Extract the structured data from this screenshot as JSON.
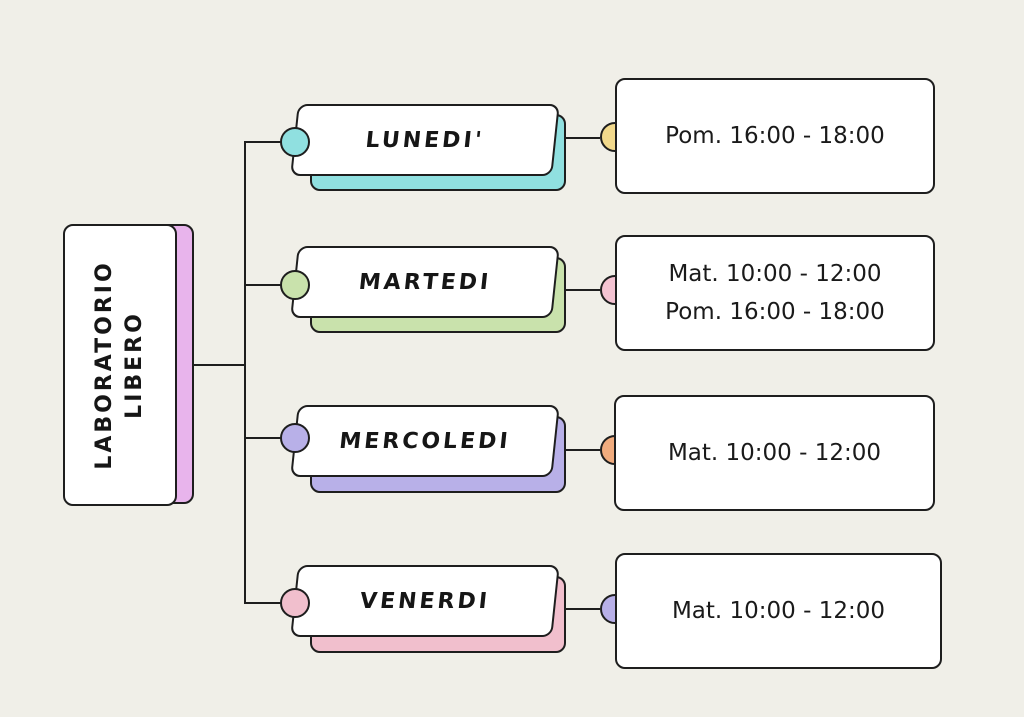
{
  "root": {
    "line1": "LABORATORIO",
    "line2": "LIBERO",
    "accent": "#e8b4ec"
  },
  "days": [
    {
      "label": "LUNEDI'",
      "accent": "#90e0e0",
      "dot_left": "#90e0e0",
      "dot_right": "#f2d98c",
      "times": [
        "Pom. 16:00 - 18:00"
      ]
    },
    {
      "label": "MARTEDI",
      "accent": "#c9e2ac",
      "dot_left": "#c9e2ac",
      "dot_right": "#f4c3d2",
      "times": [
        "Mat. 10:00 - 12:00",
        "Pom. 16:00 - 18:00"
      ]
    },
    {
      "label": "MERCOLEDI",
      "accent": "#b8b0e8",
      "dot_left": "#b8b0e8",
      "dot_right": "#f1ac7e",
      "times": [
        "Mat. 10:00 - 12:00"
      ]
    },
    {
      "label": "VENERDI",
      "accent": "#f1bfcd",
      "dot_left": "#f1bfcd",
      "dot_right": "#b8b0e8",
      "times": [
        "Mat. 10:00 - 12:00"
      ]
    }
  ]
}
